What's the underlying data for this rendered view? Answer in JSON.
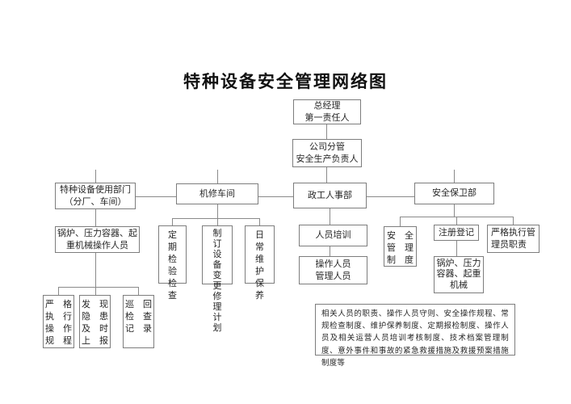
{
  "title": "特种设备安全管理网络图",
  "nodes": {
    "gm": "总经理\n第一责任人",
    "vp": "公司分管\n安全生产负责人",
    "user_dept": "特种设备使用部门\n（分厂、车间）",
    "repair_shop": "机修车间",
    "hr_dept": "政工人事部",
    "security_dept": "安全保卫部",
    "operators": "锅炉、压力容器、起重机械操作人员",
    "inspect": "定　期\n检　验\n检　查",
    "plan": "制　订\n设　备\n变　更\n修　理\n计　划",
    "maintain": "日　常\n维　护\n保　养",
    "training": "人员培训",
    "op_mgr": "操作人员\n管理人员",
    "strict_op": "严　格\n执　行\n操　作\n规　程",
    "hazard": "发　现\n隐　患\n及　时\n上　报",
    "patrol": "巡　回\n检　查\n记　录",
    "safety_sys": "安　全\n管　理\n制　度",
    "register": "注册登记",
    "strict_mgr": "严格执行管理员职责",
    "boiler_equip": "锅炉、压力容器、起重机械",
    "note": "相关人员的职责、操作人员守则、安全操作规程、常规检查制度、维护保养制度、定期报检制度、操作人员及相关运营人员培训考核制度、技术档案管理制度、意外事件和事故的紧急救援措施及救援预案措施制度等"
  },
  "colors": {
    "line": "#8a8a8a",
    "border": "#7d7d7d",
    "text": "#262626",
    "background": "#ffffff"
  }
}
